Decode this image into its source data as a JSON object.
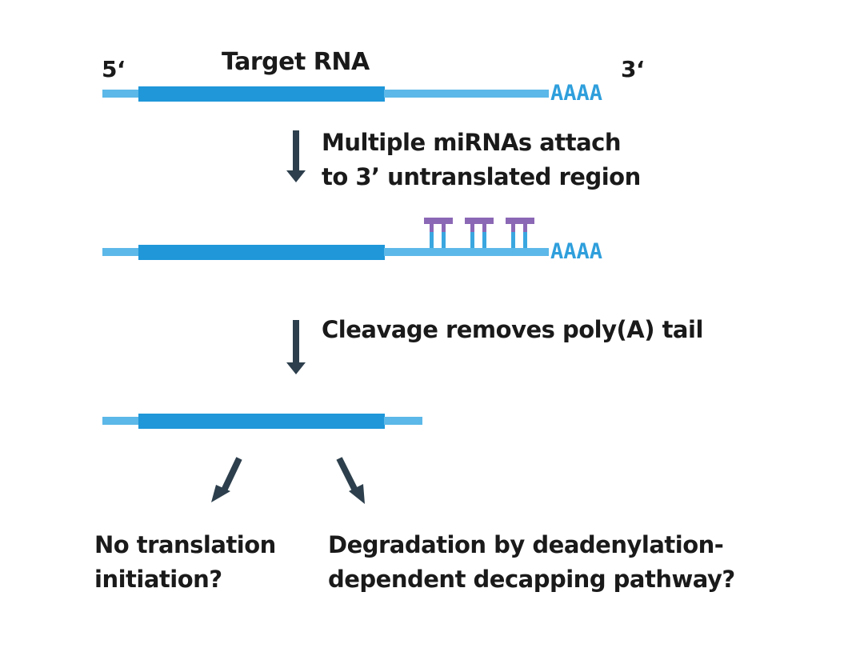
{
  "colors": {
    "rna_thin": "#5cb8e8",
    "rna_thick": "#1f97d9",
    "poly_a": "#2f9fdc",
    "mirna": "#8b68b5",
    "mirna_legs": "#3aa7e0",
    "arrow": "#2d3f4c",
    "text": "#1a1a1a"
  },
  "labels": {
    "five_prime": "5‘",
    "three_prime": "3‘",
    "target_rna": "Target RNA"
  },
  "poly_a_tail": "AAAA",
  "steps": [
    {
      "line1": "Multiple miRNAs attach",
      "line2": "to 3’ untranslated region"
    },
    {
      "line1": "Cleavage removes poly(A) tail"
    }
  ],
  "outcomes": [
    {
      "line1": "No translation",
      "line2": "initiation?"
    },
    {
      "line1": "Degradation by deadenylation-",
      "line2": "dependent decapping pathway?"
    }
  ],
  "mirna_count": 3,
  "icons": [
    "down-arrow",
    "diagonal-arrow",
    "mirna-comb"
  ]
}
